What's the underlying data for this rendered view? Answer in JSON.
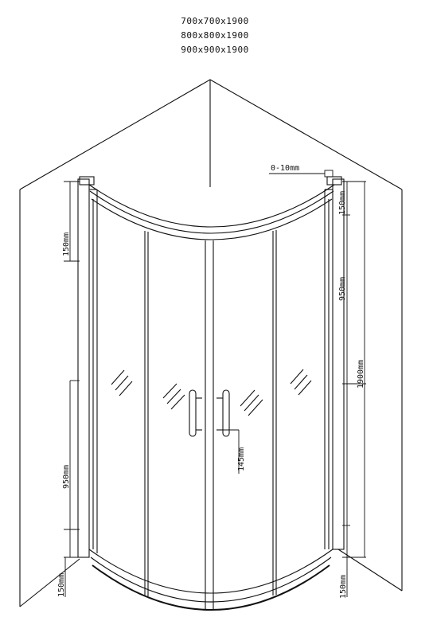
{
  "size_options": [
    "700x700x1900",
    "800x800x1900",
    "900x900x1900"
  ],
  "dimensions": {
    "adjust": "0-10mm",
    "top_right_gap": "150mm",
    "upper_right_span": "950mm",
    "total_height": "1900mm",
    "top_left_gap": "150mm",
    "lower_left_span": "950mm",
    "bottom_left_gap": "150mm",
    "bottom_right_gap": "150mm",
    "handle_height": "145mm"
  },
  "colors": {
    "line": "#111111",
    "background": "#ffffff"
  }
}
